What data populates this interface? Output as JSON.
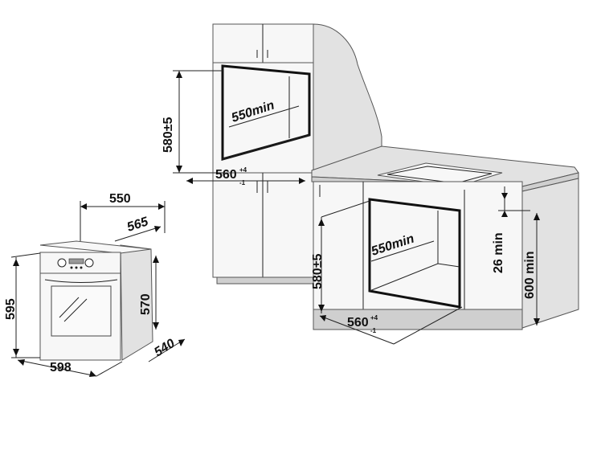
{
  "oven": {
    "width": "598",
    "height": "595",
    "depth_total": "565",
    "depth_body": "550",
    "body_height": "570",
    "body_depth": "540"
  },
  "wall_install": {
    "niche_depth": "550min",
    "niche_height": "580±5",
    "niche_width_base": "560",
    "niche_width_tol_plus": "+4",
    "niche_width_tol_minus": "-1"
  },
  "under_counter_install": {
    "niche_depth": "550min",
    "niche_height": "580±5",
    "niche_width_base": "560",
    "niche_width_tol_plus": "+4",
    "niche_width_tol_minus": "-1",
    "top_gap": "26 min",
    "counter_height": "600 min"
  },
  "colors": {
    "outline": "#222222",
    "cabinet_front": "#f7f7f7",
    "cabinet_side": "#e2e2e2",
    "cabinet_shadow": "#cfcfcf"
  }
}
